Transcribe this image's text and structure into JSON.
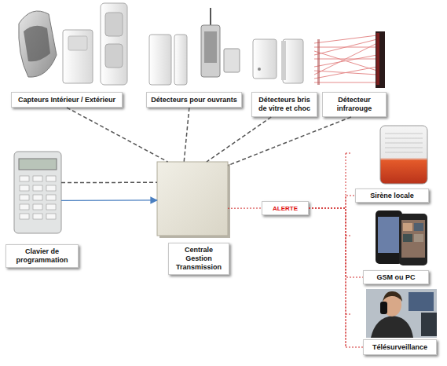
{
  "diagram": {
    "nodes": [
      {
        "text": [
          "Capteurs Intérieur / Extérieur"
        ]
      },
      {
        "text": [
          "Détecteurs pour ouvrants"
        ]
      },
      {
        "text": [
          "Détecteurs bris de vitre et choc"
        ]
      },
      {
        "text": [
          "Détecteur infrarouge"
        ]
      },
      {
        "text": [
          "Clavier de programmation"
        ]
      },
      {
        "text": [
          "Centrale Gestion Transmission"
        ]
      },
      {
        "text": [
          "ALERTE"
        ]
      },
      {
        "text": [
          "Sirène locale"
        ]
      },
      {
        "text": [
          "GSM ou PC"
        ]
      },
      {
        "text": [
          "Télésurveillance"
        ]
      }
    ],
    "edges": [
      {
        "from": 0,
        "to": 5,
        "arrow": "none"
      },
      {
        "from": 1,
        "to": 5,
        "arrow": "none"
      },
      {
        "from": 2,
        "to": 5,
        "arrow": "none"
      },
      {
        "from": 3,
        "to": 5,
        "arrow": "none"
      },
      {
        "from": 4,
        "to": 5,
        "arrow": "none"
      },
      {
        "from": 4,
        "to": 5,
        "arrow": "to"
      },
      {
        "from": 5,
        "to": 6,
        "arrow": "none"
      },
      {
        "from": 6,
        "to": 7,
        "arrow": "none"
      },
      {
        "from": 6,
        "to": 8,
        "arrow": "none"
      },
      {
        "from": 6,
        "to": 9,
        "arrow": "none"
      }
    ]
  }
}
